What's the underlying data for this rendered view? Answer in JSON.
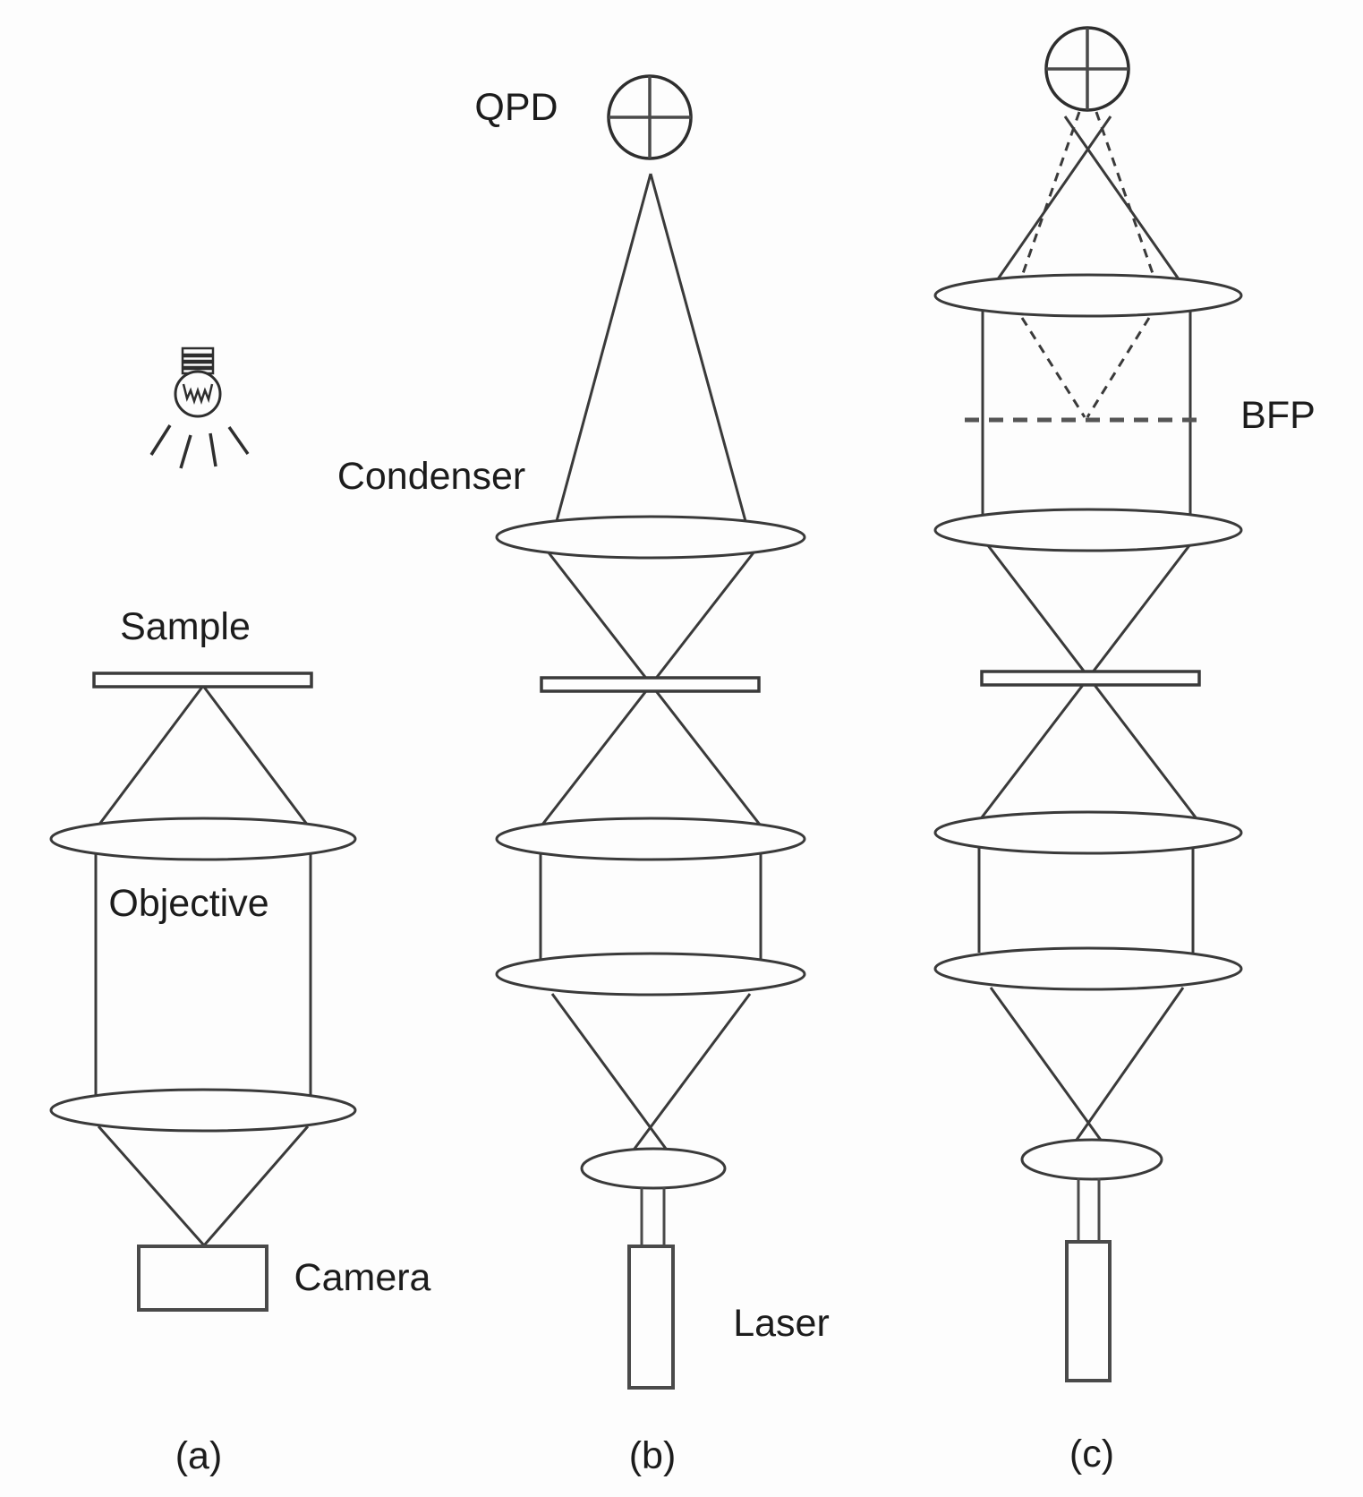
{
  "figure_type": "optical-setup-schematic",
  "colors": {
    "background": "#fdfdfd",
    "stroke": "#3a3a3a",
    "text": "#1c1c1c"
  },
  "icons": {
    "lamp": "lamp-icon",
    "qpd_detector": "qpd-detector-icon"
  },
  "panels": {
    "a": {
      "caption": "(a)",
      "labels": {
        "sample": "Sample",
        "objective": "Objective",
        "camera": "Camera"
      }
    },
    "b": {
      "caption": "(b)",
      "labels": {
        "qpd": "QPD",
        "condenser": "Condenser",
        "laser": "Laser"
      }
    },
    "c": {
      "caption": "(c)",
      "labels": {
        "bfp": "BFP"
      }
    }
  }
}
